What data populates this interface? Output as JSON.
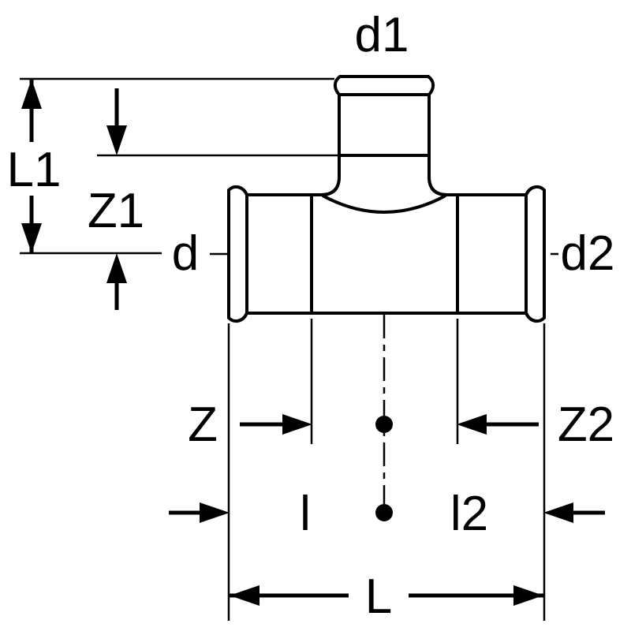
{
  "diagram": {
    "type": "dimension-drawing",
    "colors": {
      "line": "#000000",
      "background": "#ffffff"
    },
    "labels": {
      "d1": "d1",
      "L1": "L1",
      "Z1": "Z1",
      "d": "d",
      "d2": "d2",
      "Z": "Z",
      "Z2": "Z2",
      "l": "l",
      "l2": "l2",
      "L": "L"
    }
  }
}
